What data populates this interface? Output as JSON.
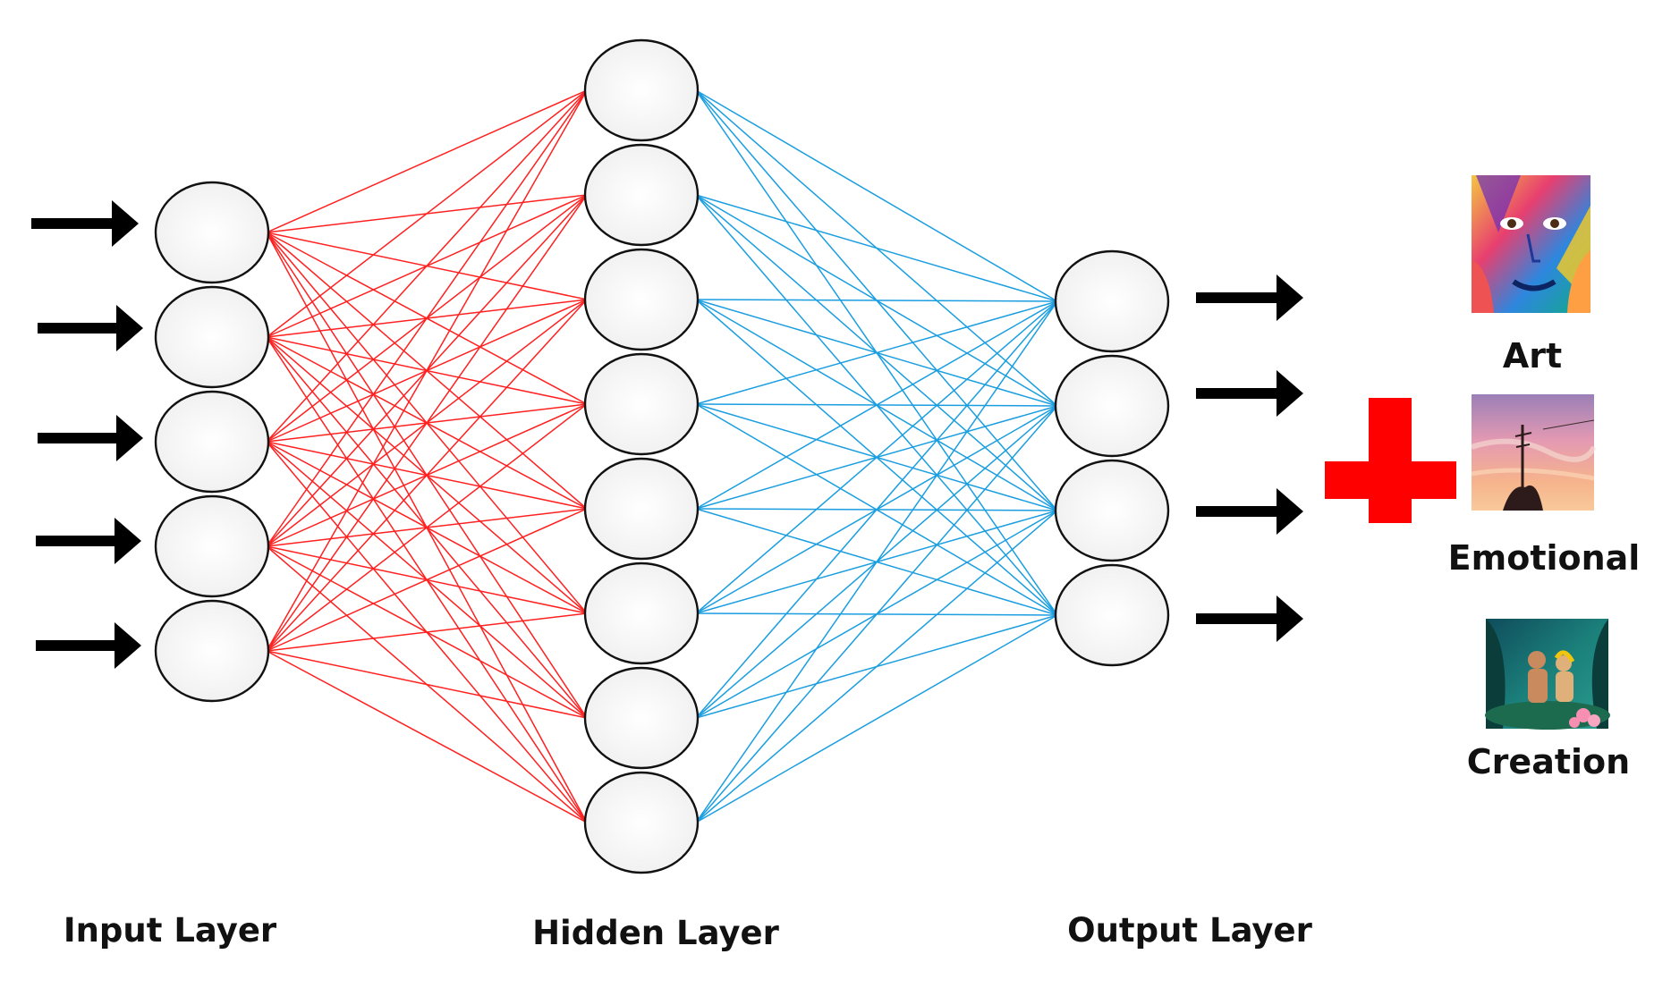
{
  "diagram": {
    "layers": [
      {
        "label": "Input Layer",
        "nodes": 5
      },
      {
        "label": "Hidden Layer",
        "nodes": 8
      },
      {
        "label": "Output Layer",
        "nodes": 4
      }
    ],
    "input_arrows": 5,
    "output_arrows": 4,
    "colors": {
      "input_hidden_edges": "#ff2020",
      "hidden_output_edges": "#1a9ee0",
      "plus_sign": "#ff0000",
      "arrows": "#000000",
      "node_stroke": "#111111"
    },
    "icons": [
      "plus-icon",
      "art-image-icon",
      "emotional-image-icon",
      "creation-image-icon"
    ],
    "side_labels": {
      "art": "Art",
      "emotional": "Emotional",
      "creation": "Creation"
    }
  }
}
